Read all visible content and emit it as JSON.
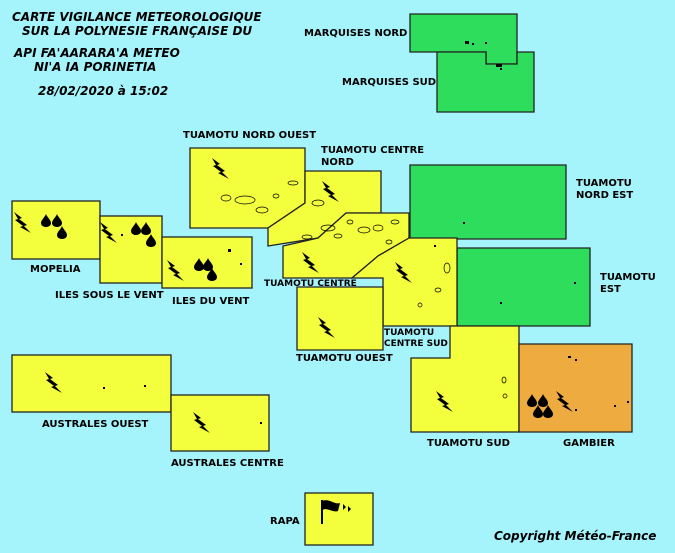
{
  "header": {
    "line1": "CARTE VIGILANCE METEOROLOGIQUE",
    "line2": "SUR LA POLYNESIE FRANÇAISE DU",
    "line3": "API FA'AARARA'A METEO",
    "line4": "NI'A IA PORINETIA",
    "date": "28/02/2020 à 15:02"
  },
  "copyright": "Copyright Météo-France",
  "colors": {
    "yellow": "#f3ff3c",
    "green": "#2fdd5c",
    "orange": "#eeab3f",
    "sea": "#a6f4fb"
  },
  "zones": {
    "marquises_nord": {
      "label": "MARQUISES NORD",
      "level": "green"
    },
    "marquises_sud": {
      "label": "MARQUISES SUD",
      "level": "green"
    },
    "tuamotu_nord_ouest": {
      "label": "TUAMOTU NORD OUEST",
      "level": "yellow",
      "hazards": [
        "thunderstorm-icon"
      ]
    },
    "tuamotu_centre_nord": {
      "label1": "TUAMOTU CENTRE",
      "label2": "NORD",
      "level": "yellow",
      "hazards": [
        "thunderstorm-icon"
      ]
    },
    "tuamotu_nord_est": {
      "label1": "TUAMOTU",
      "label2": "NORD EST",
      "level": "green"
    },
    "tuamotu_centre": {
      "label": "TUAMOTU CENTRE",
      "level": "yellow",
      "hazards": [
        "thunderstorm-icon"
      ]
    },
    "tuamotu_est": {
      "label1": "TUAMOTU",
      "label2": "EST",
      "level": "green"
    },
    "tuamotu_centre_sud": {
      "label1": "TUAMOTU",
      "label2": "CENTRE SUD",
      "level": "yellow",
      "hazards": [
        "thunderstorm-icon"
      ]
    },
    "tuamotu_ouest": {
      "label": "TUAMOTU OUEST",
      "level": "yellow",
      "hazards": [
        "thunderstorm-icon"
      ]
    },
    "mopelia": {
      "label": "MOPELIA",
      "level": "yellow",
      "hazards": [
        "thunderstorm-icon",
        "heavy-rain-icon"
      ]
    },
    "iles_sous_le_vent": {
      "label": "ILES SOUS LE VENT",
      "level": "yellow",
      "hazards": [
        "thunderstorm-icon",
        "heavy-rain-icon"
      ]
    },
    "iles_du_vent": {
      "label": "ILES DU VENT",
      "level": "yellow",
      "hazards": [
        "thunderstorm-icon",
        "heavy-rain-icon"
      ]
    },
    "tuamotu_sud": {
      "label": "TUAMOTU SUD",
      "level": "yellow",
      "hazards": [
        "thunderstorm-icon"
      ]
    },
    "gambier": {
      "label": "GAMBIER",
      "level": "orange",
      "hazards": [
        "heavy-rain-icon",
        "thunderstorm-icon"
      ]
    },
    "australes_ouest": {
      "label": "AUSTRALES OUEST",
      "level": "yellow",
      "hazards": [
        "thunderstorm-icon"
      ]
    },
    "australes_centre": {
      "label": "AUSTRALES CENTRE",
      "level": "yellow",
      "hazards": [
        "thunderstorm-icon"
      ]
    },
    "rapa": {
      "label": "RAPA",
      "level": "yellow",
      "hazards": [
        "wind-icon"
      ]
    }
  }
}
